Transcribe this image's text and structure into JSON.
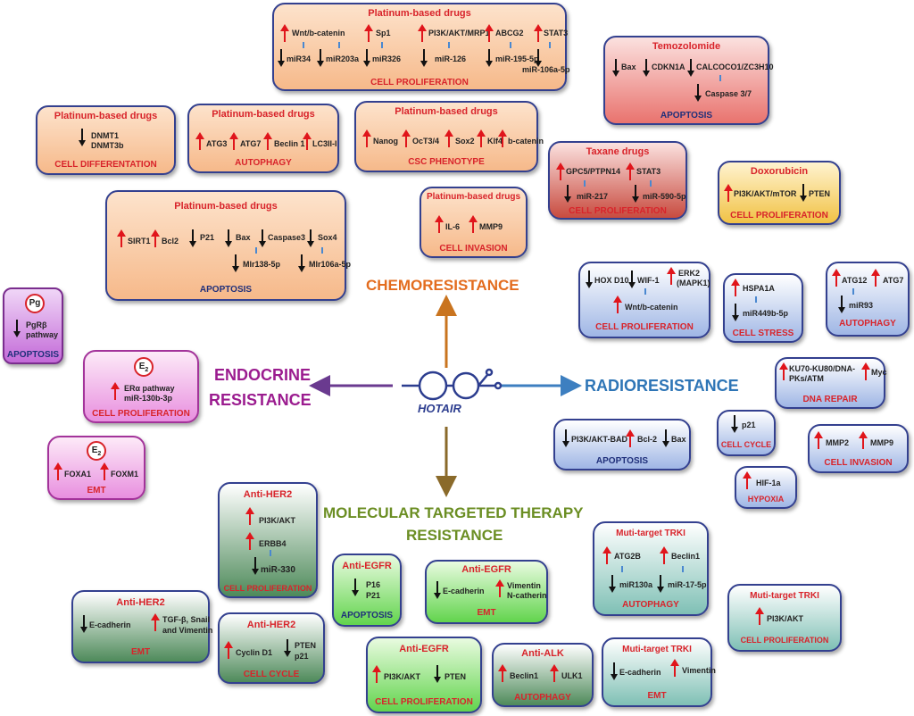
{
  "center": {
    "label": "HOTAIR"
  },
  "categories": {
    "chemo": "CHEMORESISTANCE",
    "endocrine_1": "ENDOCRINE",
    "endocrine_2": "RESISTANCE",
    "radio": "RADIORESISTANCE",
    "mtt_1": "MOLECULAR TARGETED THERAPY",
    "mtt_2": "RESISTANCE"
  },
  "boxes": {
    "plat_prolif": {
      "title": "Platinum-based drugs",
      "footer": "CELL PROLIFERATION",
      "items": [
        "Wnt/b-catenin",
        "Sp1",
        "PI3K/AKT/MRP1",
        "ABCG2",
        "STAT3",
        "miR34",
        "miR203a",
        "miR326",
        "miR-126",
        "miR-195-5p",
        "miR-106a-5p"
      ]
    },
    "temo": {
      "title": "Temozolomide",
      "footer": "APOPTOSIS",
      "items": [
        "Bax",
        "CDKN1A",
        "CALCOCO1/ZC3H10",
        "Caspase 3/7"
      ]
    },
    "plat_diff": {
      "title": "Platinum-based drugs",
      "footer": "CELL DIFFERENTATION",
      "items": [
        "DNMT1",
        "DNMT3b"
      ]
    },
    "plat_auto": {
      "title": "Platinum-based drugs",
      "footer": "AUTOPHAGY",
      "items": [
        "ATG3",
        "ATG7",
        "Beclin 1",
        "LC3II-I"
      ]
    },
    "plat_csc": {
      "title": "Platinum-based drugs",
      "footer": "CSC PHENOTYPE",
      "items": [
        "Nanog",
        "OcT3/4",
        "Sox2",
        "Klf4",
        "b-catenin"
      ]
    },
    "taxane": {
      "title": "Taxane drugs",
      "footer": "CELL PROLIFERATION",
      "items": [
        "GPC5/PTPN14",
        "STAT3",
        "miR-217",
        "miR-590-5p"
      ]
    },
    "doxo": {
      "title": "Doxorubicin",
      "footer": "CELL PROLIFERATION",
      "items": [
        "PI3K/AKT/mTOR",
        "PTEN"
      ]
    },
    "plat_inv": {
      "title": "Platinum-based drugs",
      "footer": "CELL INVASION",
      "items": [
        "IL-6",
        "MMP9"
      ]
    },
    "plat_apop": {
      "title": "Platinum-based drugs",
      "footer": "APOPTOSIS",
      "items": [
        "SIRT1",
        "Bcl2",
        "P21",
        "Bax",
        "Caspase3",
        "Sox4",
        "Mlr138-5p",
        "Mlr106a-5p"
      ]
    },
    "pg": {
      "circle": "Pg",
      "footer": "APOPTOSIS",
      "items": [
        "PgRβ",
        "pathway"
      ]
    },
    "e2_prolif": {
      "circle": "E",
      "sub": "2",
      "footer": "CELL PROLIFERATION",
      "items": [
        "ERα pathway",
        "miR-130b-3p"
      ]
    },
    "e2_emt": {
      "circle": "E",
      "sub": "2",
      "footer": "EMT",
      "items": [
        "FOXA1",
        "FOXM1"
      ]
    },
    "radio_prolif": {
      "footer": "CELL PROLIFERATION",
      "items": [
        "HOX D10",
        "WIF-1",
        "ERK2",
        "(MAPK1)",
        "Wnt/b-catenin"
      ]
    },
    "radio_stress": {
      "footer": "CELL STRESS",
      "items": [
        "HSPA1A",
        "miR449b-5p"
      ]
    },
    "radio_auto": {
      "footer": "AUTOPHAGY",
      "items": [
        "ATG12",
        "ATG7",
        "miR93"
      ]
    },
    "radio_dna": {
      "footer": "DNA REPAIR",
      "items": [
        "KU70-KU80/DNA-",
        "PKs/ATM",
        "Myc"
      ]
    },
    "radio_apop": {
      "footer": "APOPTOSIS",
      "items": [
        "PI3K/AKT-BAD",
        "Bcl-2",
        "Bax"
      ]
    },
    "radio_cycle": {
      "footer": "CELL CYCLE",
      "items": [
        "p21"
      ]
    },
    "radio_inv": {
      "footer": "CELL INVASION",
      "items": [
        "MMP2",
        "MMP9"
      ]
    },
    "radio_hyp": {
      "footer": "HYPOXIA",
      "items": [
        "HIF-1a"
      ]
    },
    "her2_prolif": {
      "title": "Anti-HER2",
      "footer": "CELL PROLIFERATION",
      "items": [
        "PI3K/AKT",
        "ERBB4",
        "miR-330"
      ]
    },
    "her2_emt": {
      "title": "Anti-HER2",
      "footer": "EMT",
      "items": [
        "E-cadherin",
        "TGF-β, Snail",
        "and Vimentin"
      ]
    },
    "her2_cycle": {
      "title": "Anti-HER2",
      "footer": "CELL CYCLE",
      "items": [
        "Cyclin D1",
        "PTEN",
        "p21"
      ]
    },
    "egfr_apop": {
      "title": "Anti-EGFR",
      "footer": "APOPTOSIS",
      "items": [
        "P16",
        "P21"
      ]
    },
    "egfr_emt": {
      "title": "Anti-EGFR",
      "footer": "EMT",
      "items": [
        "E-cadherin",
        "Vimentin",
        "N-catherin"
      ]
    },
    "egfr_prolif": {
      "title": "Anti-EGFR",
      "footer": "CELL PROLIFERATION",
      "items": [
        "PI3K/AKT",
        "PTEN"
      ]
    },
    "alk": {
      "title": "Anti-ALK",
      "footer": "AUTOPHAGY",
      "items": [
        "Beclin1",
        "ULK1"
      ]
    },
    "trki_auto": {
      "title": "Muti-target TRKI",
      "footer": "AUTOPHAGY",
      "items": [
        "ATG2B",
        "Beclin1",
        "miR130a",
        "miR-17-5p"
      ]
    },
    "trki_prolif": {
      "title": "Muti-target TRKI",
      "footer": "CELL PROLIFERATION",
      "items": [
        "PI3K/AKT"
      ]
    },
    "trki_emt": {
      "title": "Muti-target TRKI",
      "footer": "EMT",
      "items": [
        "E-cadherin",
        "Vimentin"
      ]
    }
  },
  "colors": {
    "title_red": "#d8232a",
    "chemo_orange": "#e36c1e",
    "endocrine_purple": "#9b1c8f",
    "radio_blue": "#2e75b6",
    "mtt_green": "#6b8e23"
  }
}
